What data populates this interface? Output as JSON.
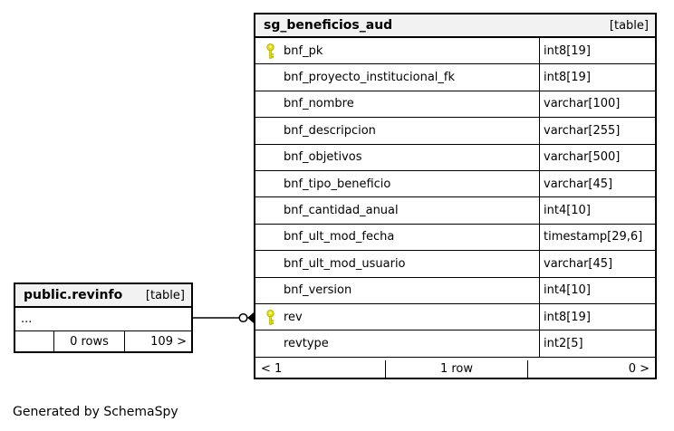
{
  "main_table": {
    "title": "sg_beneficios_aud",
    "badge": "[table]",
    "columns": [
      {
        "name": "bnf_pk",
        "type": "int8[19]",
        "key": true
      },
      {
        "name": "bnf_proyecto_institucional_fk",
        "type": "int8[19]",
        "key": false
      },
      {
        "name": "bnf_nombre",
        "type": "varchar[100]",
        "key": false
      },
      {
        "name": "bnf_descripcion",
        "type": "varchar[255]",
        "key": false
      },
      {
        "name": "bnf_objetivos",
        "type": "varchar[500]",
        "key": false
      },
      {
        "name": "bnf_tipo_beneficio",
        "type": "varchar[45]",
        "key": false
      },
      {
        "name": "bnf_cantidad_anual",
        "type": "int4[10]",
        "key": false
      },
      {
        "name": "bnf_ult_mod_fecha",
        "type": "timestamp[29,6]",
        "key": false
      },
      {
        "name": "bnf_ult_mod_usuario",
        "type": "varchar[45]",
        "key": false
      },
      {
        "name": "bnf_version",
        "type": "int4[10]",
        "key": false
      },
      {
        "name": "rev",
        "type": "int8[19]",
        "key": true
      },
      {
        "name": "revtype",
        "type": "int2[5]",
        "key": false
      }
    ],
    "footer": {
      "left": "< 1",
      "center": "1 row",
      "right": "0 >"
    }
  },
  "related_table": {
    "title": "public.revinfo",
    "badge": "[table]",
    "ellipsis": "...",
    "footer": {
      "left": "",
      "center": "0 rows",
      "right": "109 >"
    }
  },
  "note": "Generated by SchemaSpy",
  "colors": {
    "header_bg": "#f2f2f2",
    "border": "#000000",
    "key_icon": "#e4e400",
    "key_icon_outline": "#a8a800"
  }
}
